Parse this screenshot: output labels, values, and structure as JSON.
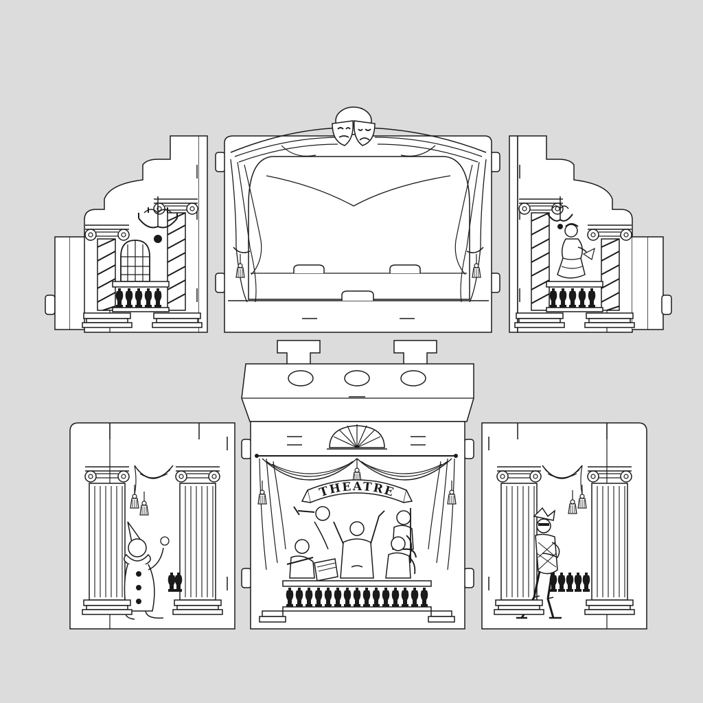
{
  "theme": {
    "background": "#dcdcdc",
    "paper": "#ffffff",
    "ink": "#1a1a1a"
  },
  "sheet": {
    "top_row": [
      "left-balcony-wing",
      "stage-proscenium-panel",
      "right-balcony-wing"
    ],
    "bottom_row": [
      "left-pierrot-panel",
      "orchestra-pit-panel",
      "right-harlequin-panel"
    ]
  },
  "banner": {
    "text": "THEATRE"
  },
  "icons": {
    "masks": "comedy-tragedy-masks-icon",
    "chandelier": "chandelier-icon",
    "shell": "fan-shell-ornament-icon"
  }
}
